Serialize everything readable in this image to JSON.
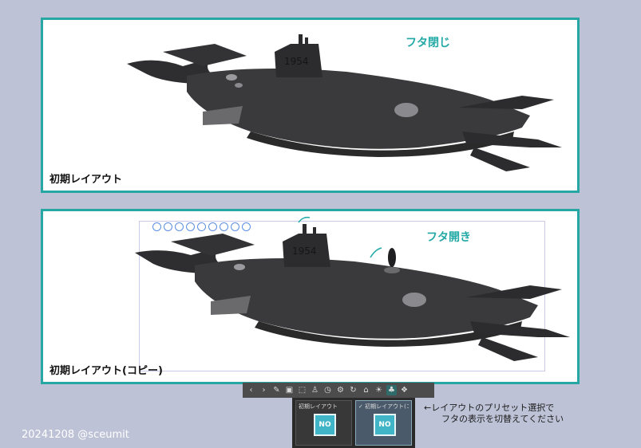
{
  "panels": {
    "top": {
      "label": "初期レイアウト",
      "hull_number": "1954",
      "note": "フタ閉じ"
    },
    "bottom": {
      "label": "初期レイアウト(コピー)",
      "hull_number": "1954",
      "note": "フタ開き"
    }
  },
  "layout_palette": {
    "presets": [
      {
        "label": "初期レイアウト",
        "thumb": "NO",
        "selected": false
      },
      {
        "label": "初期レイアウト(コピー)",
        "thumb": "NO",
        "selected": true,
        "check": "✓"
      }
    ]
  },
  "instruction": {
    "line1": "←レイアウトのプリセット選択で",
    "line2": "フタの表示を切替えてください"
  },
  "watermark": "20241208 @sceumit",
  "colors": {
    "background": "#bdc2d6",
    "panel_border": "#27a7a3",
    "accent_note": "#22a9a5",
    "submarine": "#3a3a3c",
    "toolbar_bg": "#4c4c4c",
    "preset_thumb": "#3fb5c7"
  },
  "toolbar": {
    "icons": [
      "chevron-left",
      "chevron-right",
      "wrench",
      "camera",
      "frame",
      "person",
      "clock",
      "gear",
      "refresh",
      "lock",
      "light",
      "tree-active",
      "layers"
    ]
  }
}
